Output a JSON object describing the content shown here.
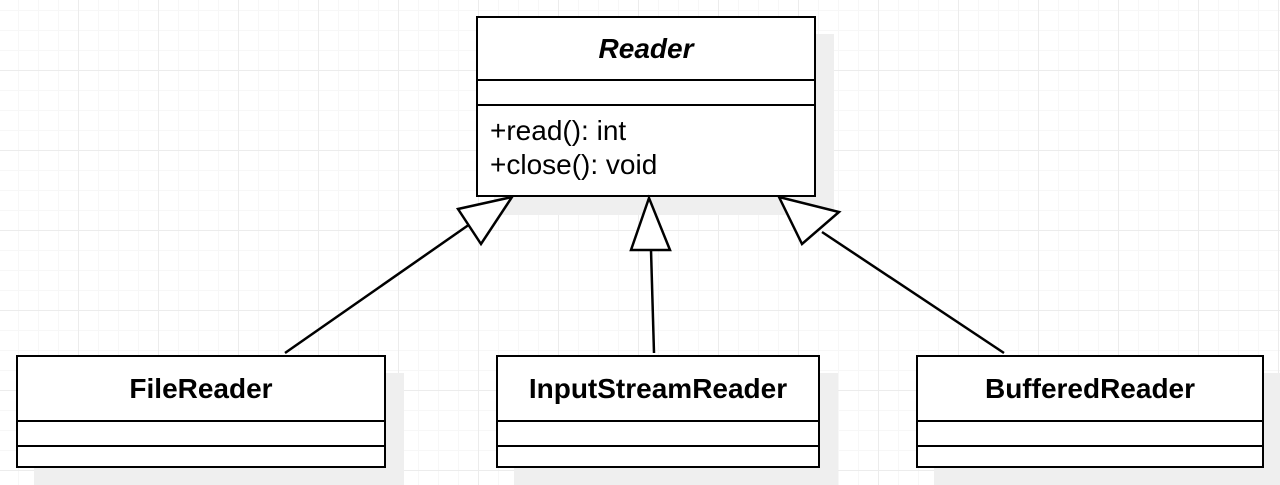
{
  "diagram": {
    "parent": {
      "name": "Reader",
      "attributes": [],
      "methods": [
        "+read(): int",
        "+close(): void"
      ]
    },
    "children": [
      {
        "name": "FileReader",
        "attributes": [],
        "methods": []
      },
      {
        "name": "InputStreamReader",
        "attributes": [],
        "methods": []
      },
      {
        "name": "BufferedReader",
        "attributes": [],
        "methods": []
      }
    ],
    "relationship": "generalization"
  }
}
